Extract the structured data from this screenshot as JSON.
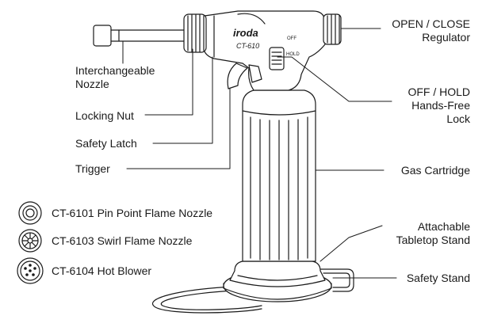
{
  "labels": {
    "nozzle_line1": "Interchangeable",
    "nozzle_line2": "Nozzle",
    "locking_nut": "Locking Nut",
    "safety_latch": "Safety Latch",
    "trigger": "Trigger",
    "regulator_line1": "OPEN / CLOSE",
    "regulator_line2": "Regulator",
    "lock_line1": "OFF / HOLD",
    "lock_line2": "Hands-Free",
    "lock_line3": "Lock",
    "gas_cartridge": "Gas Cartridge",
    "stand_line1": "Attachable",
    "stand_line2": "Tabletop Stand",
    "safety_stand": "Safety Stand"
  },
  "nozzles": [
    {
      "label": "CT-6101 Pin Point Flame Nozzle",
      "icon": "pin-point-nozzle-icon"
    },
    {
      "label": "CT-6103 Swirl Flame Nozzle",
      "icon": "swirl-nozzle-icon"
    },
    {
      "label": "CT-6104 Hot Blower",
      "icon": "hot-blower-icon"
    }
  ],
  "product": {
    "brand": "iroda",
    "model": "CT-610",
    "switch_off": "OFF",
    "switch_hold": "HOLD"
  },
  "colors": {
    "ink": "#1a1a1a",
    "background": "#ffffff"
  }
}
